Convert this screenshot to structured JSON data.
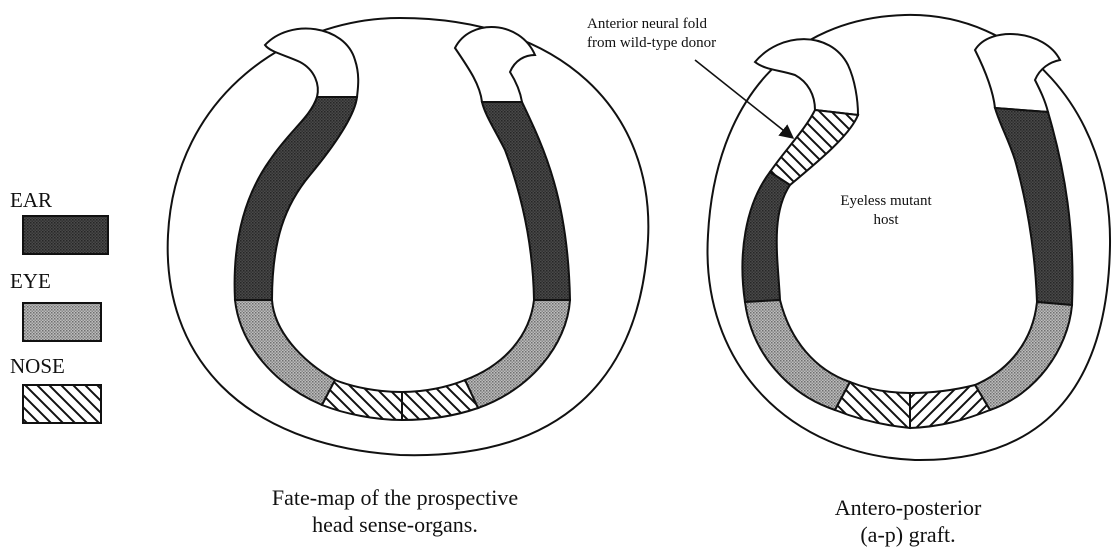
{
  "legend": {
    "ear_label": "EAR",
    "eye_label": "EYE",
    "nose_label": "NOSE"
  },
  "left_panel": {
    "caption_line1": "Fate-map of the prospective",
    "caption_line2": "head sense-organs."
  },
  "right_panel": {
    "callout_line1": "Anterior neural fold",
    "callout_line2": "from wild-type donor",
    "host_line1": "Eyeless mutant",
    "host_line2": "host",
    "caption_line1": "Antero-posterior",
    "caption_line2": "(a-p) graft."
  },
  "colors": {
    "ear_fill": "#3a3a3a",
    "eye_fill": "#a8a8a8",
    "outline": "#111111",
    "background": "#ffffff"
  }
}
